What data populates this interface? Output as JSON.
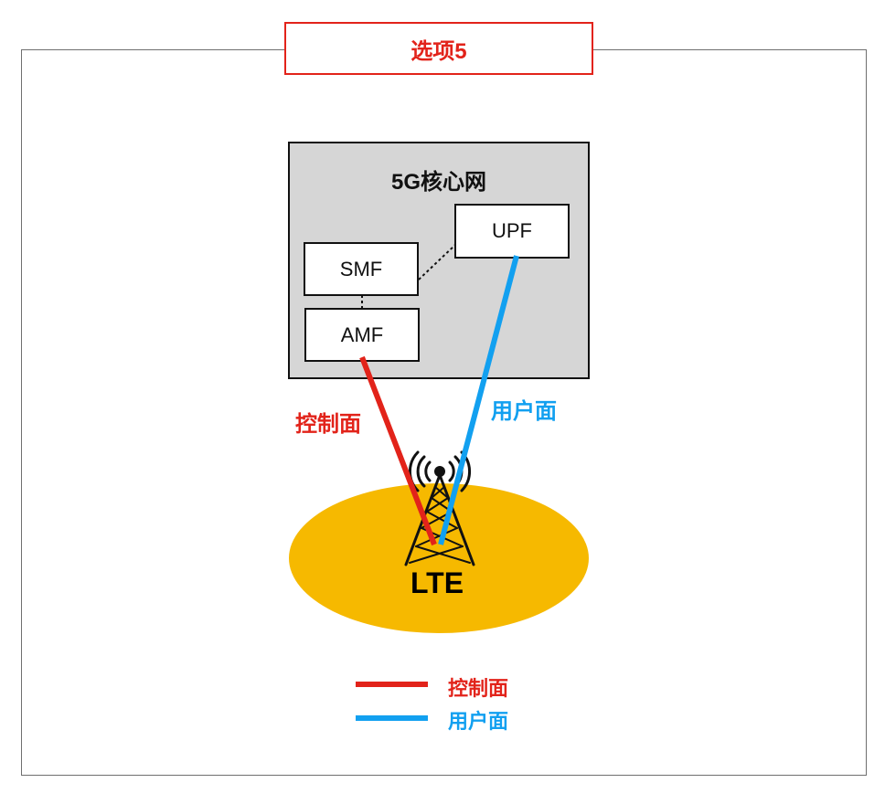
{
  "title": "选项5",
  "core_network": {
    "title": "5G核心网",
    "functions": {
      "upf": "UPF",
      "smf": "SMF",
      "amf": "AMF"
    }
  },
  "links": {
    "control_plane_label": "控制面",
    "user_plane_label": "用户面"
  },
  "ran": {
    "label": "LTE"
  },
  "legend": {
    "items": [
      {
        "label": "控制面",
        "color": "#e2231a"
      },
      {
        "label": "用户面",
        "color": "#12a0f0"
      }
    ]
  },
  "colors": {
    "control_plane": "#e2231a",
    "user_plane": "#12a0f0",
    "coverage": "#f6b900",
    "core_bg": "#d6d6d6"
  }
}
